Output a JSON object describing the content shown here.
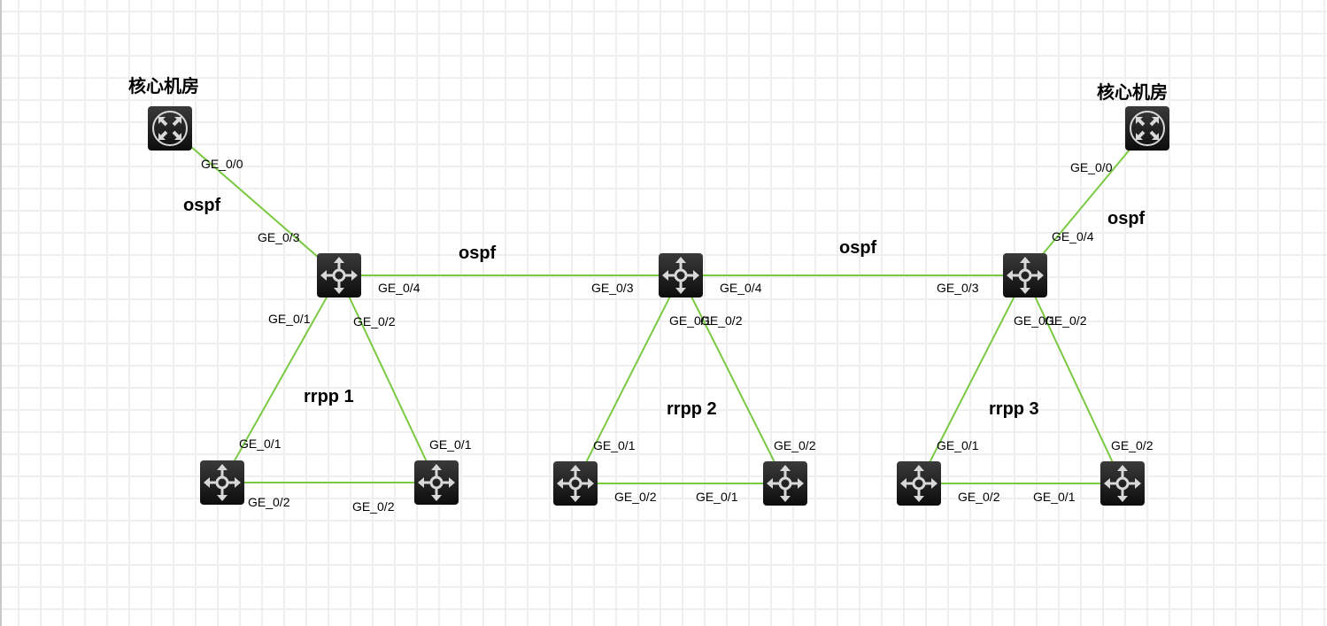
{
  "colors": {
    "link": "#7ac943",
    "device": "#1a1a1a",
    "grid": "#efefef"
  },
  "nodes": [
    {
      "id": "core1",
      "type": "core-router",
      "title": "核心机房"
    },
    {
      "id": "core2",
      "type": "core-router",
      "title": "核心机房"
    },
    {
      "id": "s1",
      "type": "switch"
    },
    {
      "id": "s2",
      "type": "switch"
    },
    {
      "id": "s3",
      "type": "switch"
    },
    {
      "id": "a1",
      "type": "switch"
    },
    {
      "id": "b1",
      "type": "switch"
    },
    {
      "id": "a2",
      "type": "switch"
    },
    {
      "id": "b2",
      "type": "switch"
    },
    {
      "id": "a3",
      "type": "switch"
    },
    {
      "id": "b3",
      "type": "switch"
    }
  ],
  "links": [
    {
      "from": "core1",
      "to": "s1"
    },
    {
      "from": "s1",
      "to": "s2"
    },
    {
      "from": "s2",
      "to": "s3"
    },
    {
      "from": "core2",
      "to": "s3"
    },
    {
      "from": "s1",
      "to": "a1"
    },
    {
      "from": "s1",
      "to": "b1"
    },
    {
      "from": "a1",
      "to": "b1"
    },
    {
      "from": "s2",
      "to": "a2"
    },
    {
      "from": "s2",
      "to": "b2"
    },
    {
      "from": "a2",
      "to": "b2"
    },
    {
      "from": "s3",
      "to": "a3"
    },
    {
      "from": "s3",
      "to": "b3"
    },
    {
      "from": "a3",
      "to": "b3"
    }
  ],
  "protocol_labels": [
    "ospf",
    "ospf",
    "ospf",
    "ospf",
    "rrpp  1",
    "rrpp  2",
    "rrpp  3"
  ],
  "port_labels": [
    "GE_0/0",
    "GE_0/3",
    "GE_0/4",
    "GE_0/3",
    "GE_0/4",
    "GE_0/3",
    "GE_0/0",
    "GE_0/4",
    "GE_0/1",
    "GE_0/2",
    "GE_0/1",
    "GE_0/1",
    "GE_0/2",
    "GE_0/2",
    "GE_0/1",
    "GE_0/2",
    "GE_0/1",
    "GE_0/2",
    "GE_0/2",
    "GE_0/1",
    "GE_0/1",
    "GE_0/2",
    "GE_0/1",
    "GE_0/2",
    "GE_0/2",
    "GE_0/1"
  ]
}
